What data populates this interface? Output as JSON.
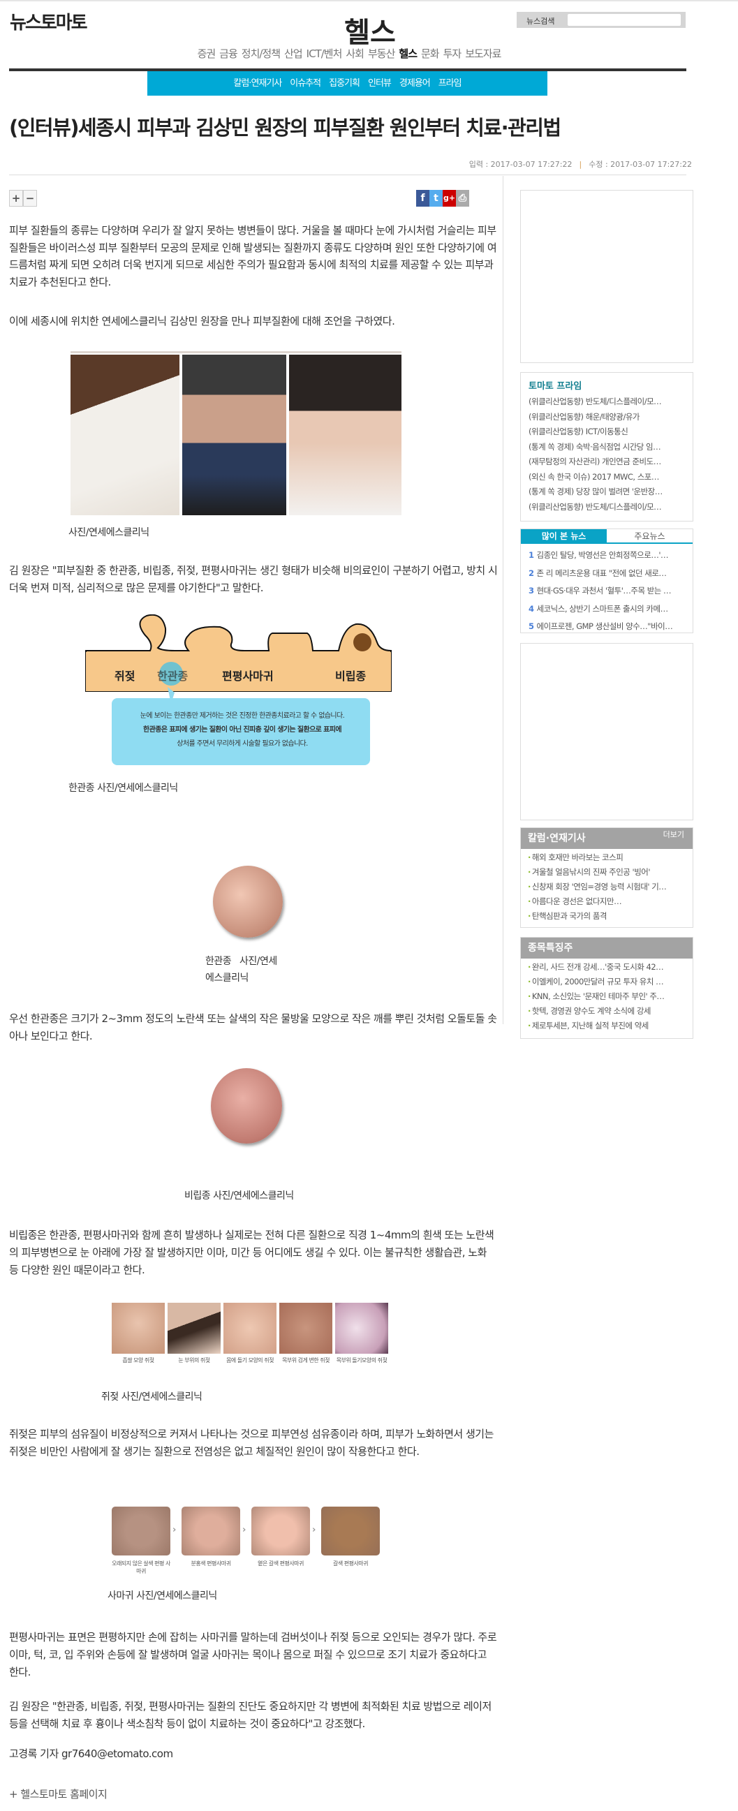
{
  "header": {
    "logo": "뉴스토마토",
    "section": "헬스",
    "search_label": "뉴스검색",
    "search_value": ""
  },
  "nav": [
    "증권",
    "금융",
    "정치/정책",
    "산업",
    "ICT/벤처",
    "사회",
    "부동산",
    "헬스",
    "문화",
    "투자",
    "보도자료"
  ],
  "nav_active": "헬스",
  "subnav": [
    "칼럼·연재기사",
    "이슈추적",
    "집중기획",
    "인터뷰",
    "경제용어",
    "프라임"
  ],
  "article": {
    "title": "(인터뷰)세종시 피부과 김상민 원장의 피부질환 원인부터 치료·관리법",
    "input_date": "입력 : 2017-03-07 17:27:22",
    "sep": "|",
    "modified_date": "수정 : 2017-03-07 17:27:22",
    "font_plus": "+",
    "font_minus": "−",
    "share": {
      "facebook": "f",
      "twitter": "t",
      "googleplus": "g+",
      "print": "⎙"
    },
    "p1": "피부 질환들의 종류는 다양하며 우리가 잘 알지 못하는 병변들이 많다. 거울을 볼 때마다 눈에 가시처럼 거슬리는 피부질환들은 바이러스성 피부 질환부터 모공의 문제로 인해 발생되는 질환까지 종류도 다양하며 원인 또한 다양하기에 여드름처럼 짜게 되면 오히려 더욱 번지게 되므로 세심한 주의가 필요함과 동시에 최적의 치료를 제공할 수 있는 피부과 치료가 추천된다고 한다.",
    "p2": "이에 세종시에 위치한 연세에스클리닉 김상민 원장을 만나 피부질환에 대해 조언을 구하였다.",
    "cap1": "사진/연세에스클리닉",
    "p3": "김 원장은 \"피부질환 중 한관종, 비립종, 쥐젖, 편평사마귀는 생긴 형태가 비슷해 비의료인이 구분하기 어렵고, 방치 시 더욱 번져 미적, 심리적으로 많은 문제를 야기한다\"고 말한다.",
    "diagram": {
      "labels": [
        "쥐젖",
        "한관종",
        "편평사마귀",
        "비립종"
      ],
      "line1": "눈에 보이는 한관종만 제거하는 것은 진정한 한관종치료라고 할 수 없습니다.",
      "line2": "한관종은 표피에 생기는 질환이 아닌 진피층 깊이 생기는 질환으로 표피에",
      "line3": "상처를 주면서 무리하게 시술할 필요가 없습니다."
    },
    "cap2": "한관종 사진/연세에스클리닉",
    "cap3a": "한관종   사진/연세",
    "cap3b": "에스클리닉",
    "p4": "우선 한관종은 크기가 2~3mm 정도의 노란색 또는 살색의 작은 물방울 모양으로 작은 깨를 뿌린 것처럼 오돌토돌 솟아나 보인다고 한다.",
    "cap4": "비립종 사진/연세에스클리닉",
    "p5": "비립종은 한관종, 편평사마귀와 함께 흔히 발생하나 실제로는 전혀 다른 질환으로 직경 1~4mm의 흰색 또는 노란색의 피부병변으로 눈 아래에 가장 잘 발생하지만 이마, 미간 등 어디에도 생길 수 있다. 이는 불규칙한 생활습관, 노화 등 다양한 원인 때문이라고 한다.",
    "skin_tags": [
      "좁쌀 모양 쥐젖",
      "눈 부위의 쥐젖",
      "몸에 돌기 모양의 쥐젖",
      "목부위 검게 변한 쥐젖",
      "목부위 돌기모양의 쥐젖"
    ],
    "cap5": "쥐젖 사진/연세에스클리닉",
    "p6": "쥐젖은 피부의 섬유질이 비정상적으로 커져서 나타나는 것으로 피부연성 섬유종이라 하며, 피부가 노화하면서 생기는 쥐젖은 비만인 사람에게 잘 생기는 질환으로 전염성은 없고 체질적인 원인이 많이 작용한다고 한다.",
    "wart_tags": [
      "오래되지 않은 살색 편평 사마귀",
      "분홍색 편평사마귀",
      "옅은 갈색 편평사마귀",
      "갈색 편평사마귀"
    ],
    "cap6": "사마귀 사진/연세에스클리닉",
    "p7": "편평사마귀는 표면은 편평하지만 손에 잡히는 사마귀를 말하는데 검버섯이나 쥐젖 등으로 오인되는 경우가 많다. 주로 이마, 턱, 코, 입 주위와 손등에 잘 발생하며 얼굴 사마귀는 목이나 몸으로 퍼질 수 있으므로 조기 치료가 중요하다고 한다.",
    "p8": "김 원장은 \"한관종, 비립종, 쥐젖, 편평사마귀는 질환의 진단도 중요하지만 각 병변에 최적화된 치료 방법으로 레이저 등을 선택해 치료 후 흉이나 색소침착 등이 없이 치료하는 것이 중요하다\"고 강조했다.",
    "reporter": "고경록 기자 gr7640@etomato.com",
    "homepage": "+ 헬스토마토 홈페이지"
  },
  "sidebar": {
    "prime": {
      "title": "토마토 프라임",
      "items": [
        "(위클리산업동향) 반도체/디스플레이/모…",
        "(위클리산업동향) 해운/태양광/유가",
        "(위클리산업동향) ICT/이동통신",
        "(통계 쏙 경제) 숙박·음식점업 시간당 임…",
        "(재무탐정의 자산관리) 개인연금 준비도…",
        "(외신 속 한국 이슈) 2017 MWC, 스포…",
        "(통계 쏙 경제) 당장 많이 벌려면 '운반장…",
        "(위클리산업동향) 반도체/디스플레이/모…"
      ]
    },
    "tabs": [
      "많이 본 뉴스",
      "주요뉴스"
    ],
    "popular": [
      {
        "n": "1",
        "t": "김종인 탈당, 박영선은 안희정쪽으로…'…"
      },
      {
        "n": "2",
        "t": "존 리 메리츠운용 대표 \"전에 없던 새로…"
      },
      {
        "n": "3",
        "t": "현대·GS·대우 과천서 '혈투'…주목 받는 …"
      },
      {
        "n": "4",
        "t": "세코닉스, 상반기 스마트폰 출시의 카메…"
      },
      {
        "n": "5",
        "t": "에이프로젠, GMP 생산설비 양수…\"바이…"
      }
    ],
    "column": {
      "title": "칼럼·연재기사",
      "more": "더보기",
      "items": [
        "해외 호재만 바라보는 코스피",
        "겨울철 얼음낚시의 진짜 주인공 '빙어'",
        "신창재 회장 '연임=경영 능력 시험대' 기…",
        "아름다운 경선은 없다지만…",
        "탄핵심판과 국가의 품격"
      ]
    },
    "stocks": {
      "title": "종목특징주",
      "items": [
        "완리, 사드 전개 강세…'중국 도시화 42…",
        "이엘케이, 2000만달러 규모 투자 유치 …",
        "KNN, 소신있는 '문재인 테마주 부인' 주…",
        "핫텍, 경영권 양수도 계약 소식에 강세",
        "제로투세븐, 지난해 실적 부진에 약세"
      ]
    }
  },
  "colors": {
    "accent": "#00a9d6",
    "facebook": "#3b5998",
    "twitter": "#55acee",
    "googleplus": "#cc0000",
    "print": "#aaaaaa"
  }
}
